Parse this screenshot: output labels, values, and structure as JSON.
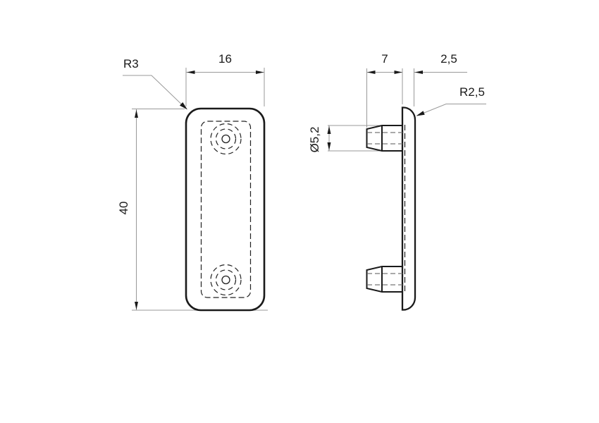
{
  "drawing": {
    "colors": {
      "background": "#ffffff",
      "outline": "#1a1a1a",
      "hidden_lines": "#222222",
      "dimension_lines": "#999999",
      "text": "#1a1a1a"
    },
    "views": {
      "front": {
        "labels": {
          "corner_radius": "R3",
          "width": "16",
          "height": "40"
        },
        "values": {
          "corner_radius_mm": 3,
          "width_mm": 16,
          "height_mm": 40
        }
      },
      "side": {
        "labels": {
          "pin_length": "7",
          "thickness": "2,5",
          "corner_radius": "R2,5",
          "pin_diameter": "Ø5,2"
        },
        "values": {
          "pin_length_mm": 7,
          "thickness_mm": 2.5,
          "corner_radius_mm": 2.5,
          "pin_diameter_mm": 5.2
        }
      }
    }
  }
}
